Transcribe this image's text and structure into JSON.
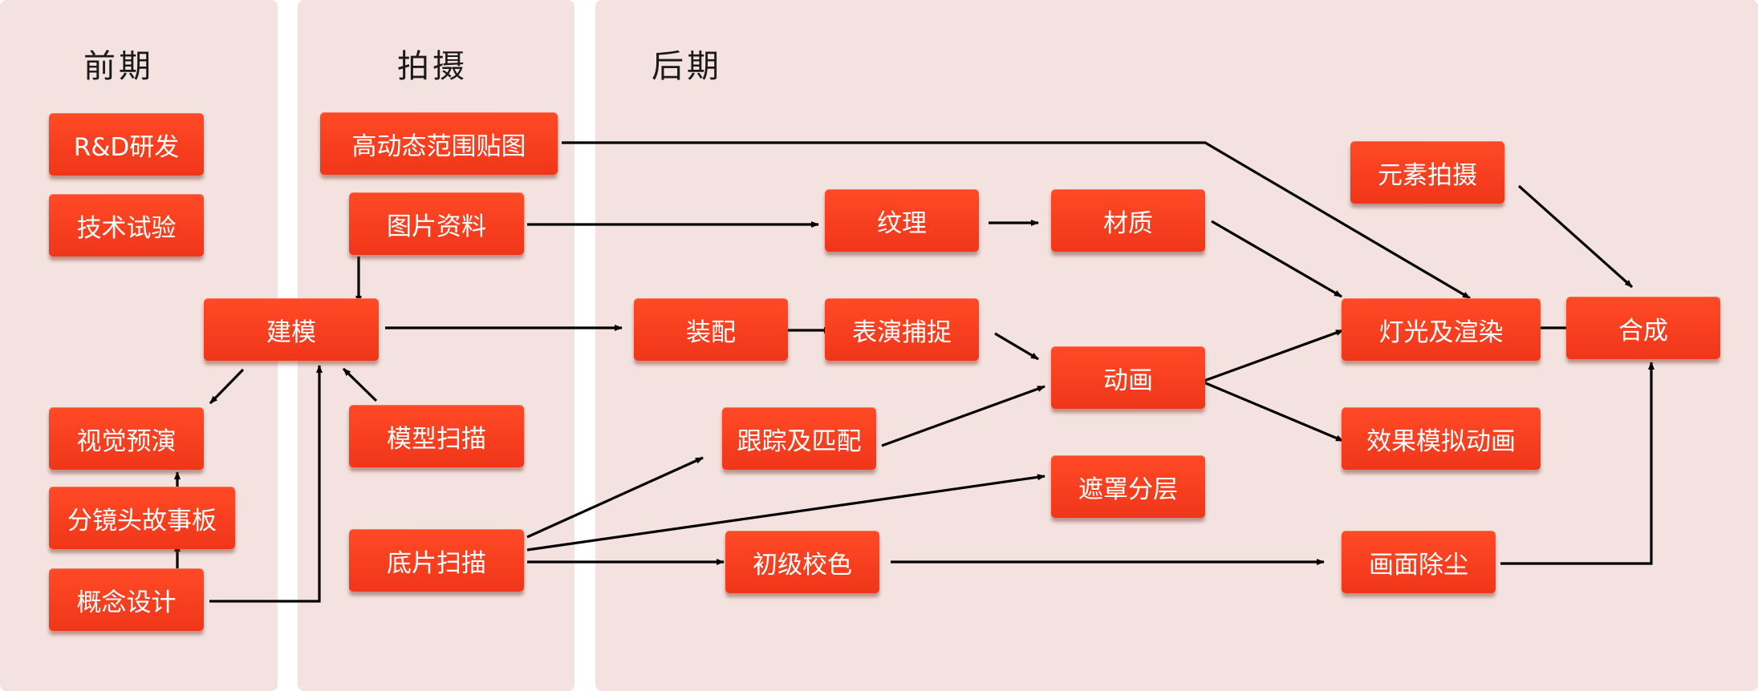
{
  "phases": {
    "pre": "前期",
    "shoot": "拍摄",
    "post": "后期"
  },
  "nodes": {
    "rd": "R&D研发",
    "tech_test": "技术试验",
    "modeling": "建模",
    "previs": "视觉预演",
    "storyboard": "分镜头故事板",
    "concept": "概念设计",
    "hdri": "高动态范围贴图",
    "photo_ref": "图片资料",
    "model_scan": "模型扫描",
    "film_scan": "底片扫描",
    "texture": "纹理",
    "material": "材质",
    "rigging": "装配",
    "mocap": "表演捕捉",
    "animation": "动画",
    "tracking": "跟踪及匹配",
    "roto": "遮罩分层",
    "primary_grade": "初级校色",
    "element_shoot": "元素拍摄",
    "lighting": "灯光及渲染",
    "composite": "合成",
    "fx_sim": "效果模拟动画",
    "dust_removal": "画面除尘"
  },
  "colors": {
    "panel": "#f3e2df",
    "node": "#f13c1f",
    "arrow": "#000000"
  }
}
